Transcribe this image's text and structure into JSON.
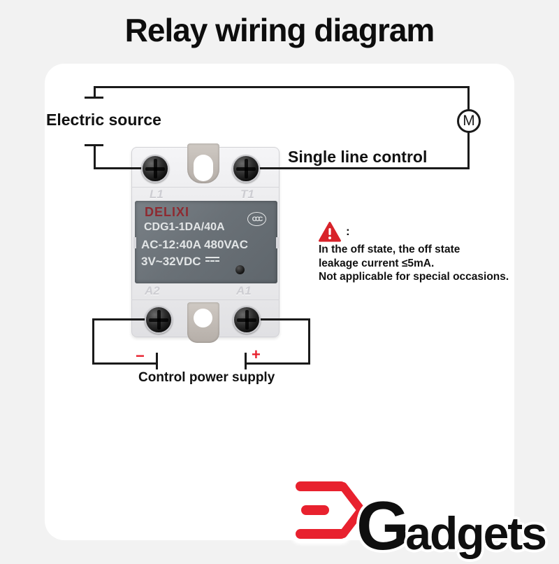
{
  "page": {
    "title": "Relay wiring diagram"
  },
  "diagram": {
    "labels": {
      "electric_source": "Electric source",
      "single_line_control": "Single line control",
      "control_power_supply": "Control power supply",
      "minus": "−",
      "plus": "+",
      "motor": "M"
    },
    "relay": {
      "brand": "DELIXI",
      "model": "CDG1-1DA/40A",
      "rating_line": "AC-12:40A 480VAC",
      "control_line": "3V~32VDC",
      "cert_mark": "CCC",
      "terminals": {
        "top_left": "L1",
        "top_right": "T1",
        "bottom_left": "A2",
        "bottom_right": "A1"
      }
    },
    "warning": {
      "colon": ":",
      "lines": [
        "In the off state, the off state",
        "leakage current ≤5mA.",
        "Not applicable for special occasions."
      ]
    }
  },
  "logo": {
    "brand_text_g": "G",
    "brand_text_rest": "adgets"
  },
  "colors": {
    "background": "#f2f2f2",
    "card": "#ffffff",
    "wire": "#1a1a1a",
    "warning_red": "#d8232a",
    "polarity_red": "#e8212e",
    "logo_red": "#e8212e",
    "relay_panel": "#6a7177",
    "delixi_red": "#8e2a31"
  }
}
